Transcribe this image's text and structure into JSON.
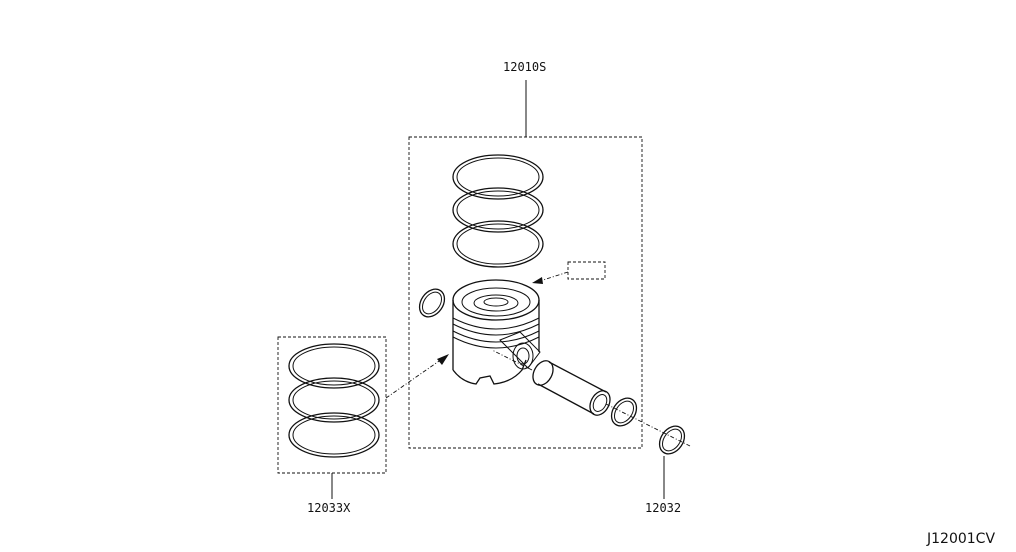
{
  "labels": {
    "piston_assembly": "12010S",
    "ring_set": "12033X",
    "snap_ring": "12032",
    "diagram_code": "J12001CV"
  }
}
